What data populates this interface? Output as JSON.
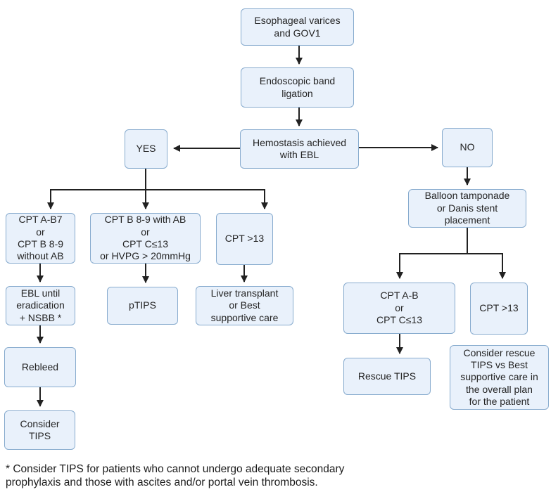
{
  "diagram": {
    "nodes": {
      "esophageal_varices": {
        "label": "Esophageal varices\nand GOV1"
      },
      "endoscopic_band_ligation": {
        "label": "Endoscopic band\nligation"
      },
      "hemostasis_ebl": {
        "label": "Hemostasis achieved\nwith EBL"
      },
      "yes": {
        "label": "YES"
      },
      "no": {
        "label": "NO"
      },
      "balloon_tamponade": {
        "label": "Balloon tamponade\nor Danis stent\nplacement"
      },
      "cpt_ab7_without_ab": {
        "label": "CPT A-B7\nor\nCPT B 8-9\nwithout AB"
      },
      "cpt_b89_with_ab": {
        "label": "CPT B 8-9 with AB\nor\nCPT C≤13\nor HVPG > 20mmHg"
      },
      "cpt_gt13_left": {
        "label": "CPT >13"
      },
      "ebl_until_eradication": {
        "label": "EBL until\neradication\n+ NSBB *"
      },
      "ptips": {
        "label": "pTIPS"
      },
      "liver_transplant": {
        "label": "Liver transplant\nor Best\nsupportive care"
      },
      "rebleed": {
        "label": "Rebleed"
      },
      "consider_tips": {
        "label": "Consider\nTIPS"
      },
      "cpt_ab_or_c13": {
        "label": "CPT A-B\nor\nCPT C≤13"
      },
      "cpt_gt13_right": {
        "label": "CPT >13"
      },
      "rescue_tips": {
        "label": "Rescue TIPS"
      },
      "consider_rescue_tips": {
        "label": "Consider rescue\nTIPS vs Best\nsupportive care in\nthe overall plan\nfor the patient"
      }
    },
    "footnote": "* Consider TIPS for patients who cannot undergo adequate secondary\nprophylaxis and those with ascites and/or portal vein thrombosis.",
    "colors": {
      "node_fill": "#e9f1fb",
      "node_border": "#87abce",
      "arrow_color": "#212121",
      "text_color": "#242424",
      "background": "#ffffff"
    }
  }
}
